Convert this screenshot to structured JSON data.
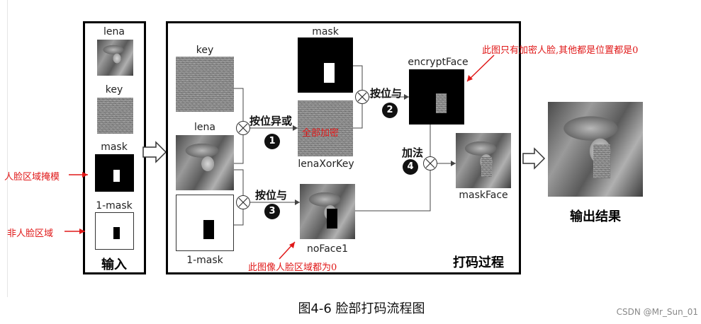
{
  "input_panel": {
    "title": "输入",
    "lena": "lena",
    "key": "key",
    "mask": "mask",
    "one_mask": "1-mask"
  },
  "process_panel": {
    "title": "打码过程",
    "key": "key",
    "lena": "lena",
    "one_mask": "1-mask",
    "mask": "mask",
    "lena_xor_key": "lenaXorKey",
    "encrypt_face": "encryptFace",
    "no_face": "noFace1",
    "mask_face": "maskFace",
    "op_xor": "按位异或",
    "op_and_1": "按位与",
    "op_and_2": "按位与",
    "op_add": "加法",
    "step_1": "1",
    "step_2": "2",
    "step_3": "3",
    "step_4": "4"
  },
  "output": {
    "title": "输出结果"
  },
  "annotations": {
    "face_mask": "人脸区域掩模",
    "non_face": "非人脸区域",
    "all_encrypted": "全部加密",
    "encrypt_face_note": "此图只有加密人脸,其他都是位置都是0",
    "no_face_note": "此图像人脸区域都为0"
  },
  "caption": "图4-6 脸部打码流程图",
  "watermark": "CSDN @Mr_Sun_01",
  "colors": {
    "annotation": "#e01818",
    "frame": "#000000"
  }
}
